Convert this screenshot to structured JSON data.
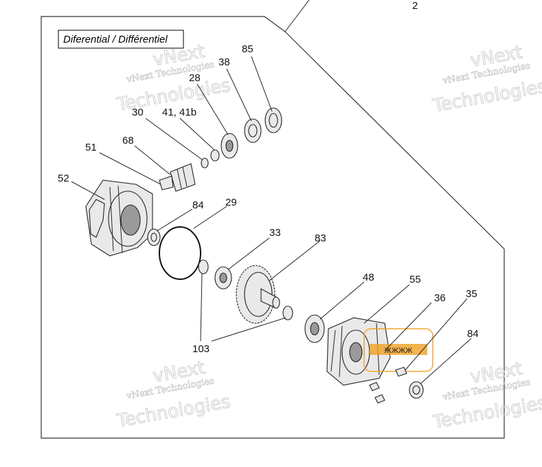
{
  "diagram": {
    "corner_label": "2",
    "title": "Diferential / Différentiel",
    "callouts": {
      "c85": "85",
      "c38": "38",
      "c28": "28",
      "c30": "30",
      "c41": "41, 41b",
      "c51": "51",
      "c68": "68",
      "c52": "52",
      "c84a": "84",
      "c29": "29",
      "c33": "33",
      "c83": "83",
      "c48": "48",
      "c55": "55",
      "c36": "36",
      "c35": "35",
      "c84b": "84",
      "c103": "103"
    },
    "watermark": {
      "top_line": "vNext",
      "middle_line": "vNext Technologies",
      "bottom_line": "Technologies"
    },
    "logo_text": "ЖЖЖЖ",
    "colors": {
      "line": "#222222",
      "watermark": "#cfcfcf",
      "logo": "#f0a020"
    }
  }
}
